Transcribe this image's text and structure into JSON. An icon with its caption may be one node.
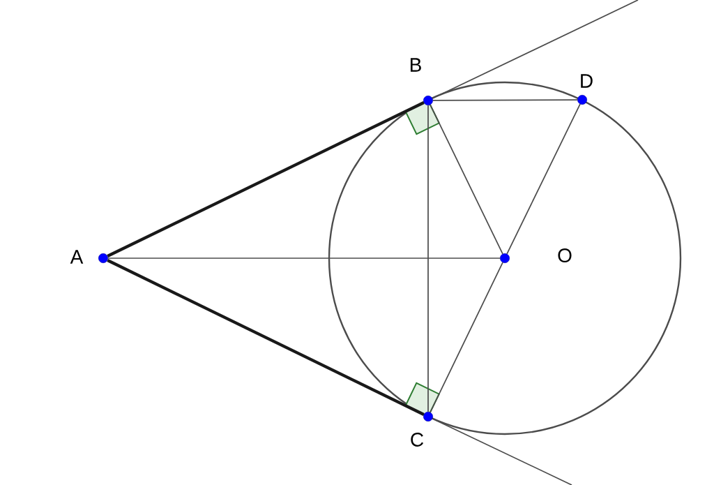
{
  "diagram": {
    "nodes": [
      {
        "text": [],
        "shape": "circle",
        "beside": [
          "A"
        ]
      },
      {
        "text": [],
        "shape": "circle",
        "beside": [
          "B"
        ]
      },
      {
        "text": [],
        "shape": "circle",
        "beside": [
          "C"
        ]
      },
      {
        "text": [],
        "shape": "circle",
        "beside": [
          "D"
        ]
      },
      {
        "text": [],
        "shape": "circle",
        "beside": [
          "O"
        ]
      }
    ],
    "edges": [
      {
        "from": 0,
        "to": 1,
        "arrow": "none",
        "style": "thick"
      },
      {
        "from": 0,
        "to": 2,
        "arrow": "none",
        "style": "thick"
      },
      {
        "from": 0,
        "to": 4,
        "arrow": "none"
      },
      {
        "from": 1,
        "to": 2,
        "arrow": "none"
      },
      {
        "from": 1,
        "to": 3,
        "arrow": "none"
      },
      {
        "from": 1,
        "to": 4,
        "arrow": "none"
      },
      {
        "from": 3,
        "to": 4,
        "arrow": "none"
      },
      {
        "from": 4,
        "to": 2,
        "arrow": "none"
      },
      {
        "from": 1,
        "to": null,
        "arrow": "none"
      },
      {
        "from": 2,
        "to": null,
        "arrow": "none"
      }
    ]
  }
}
